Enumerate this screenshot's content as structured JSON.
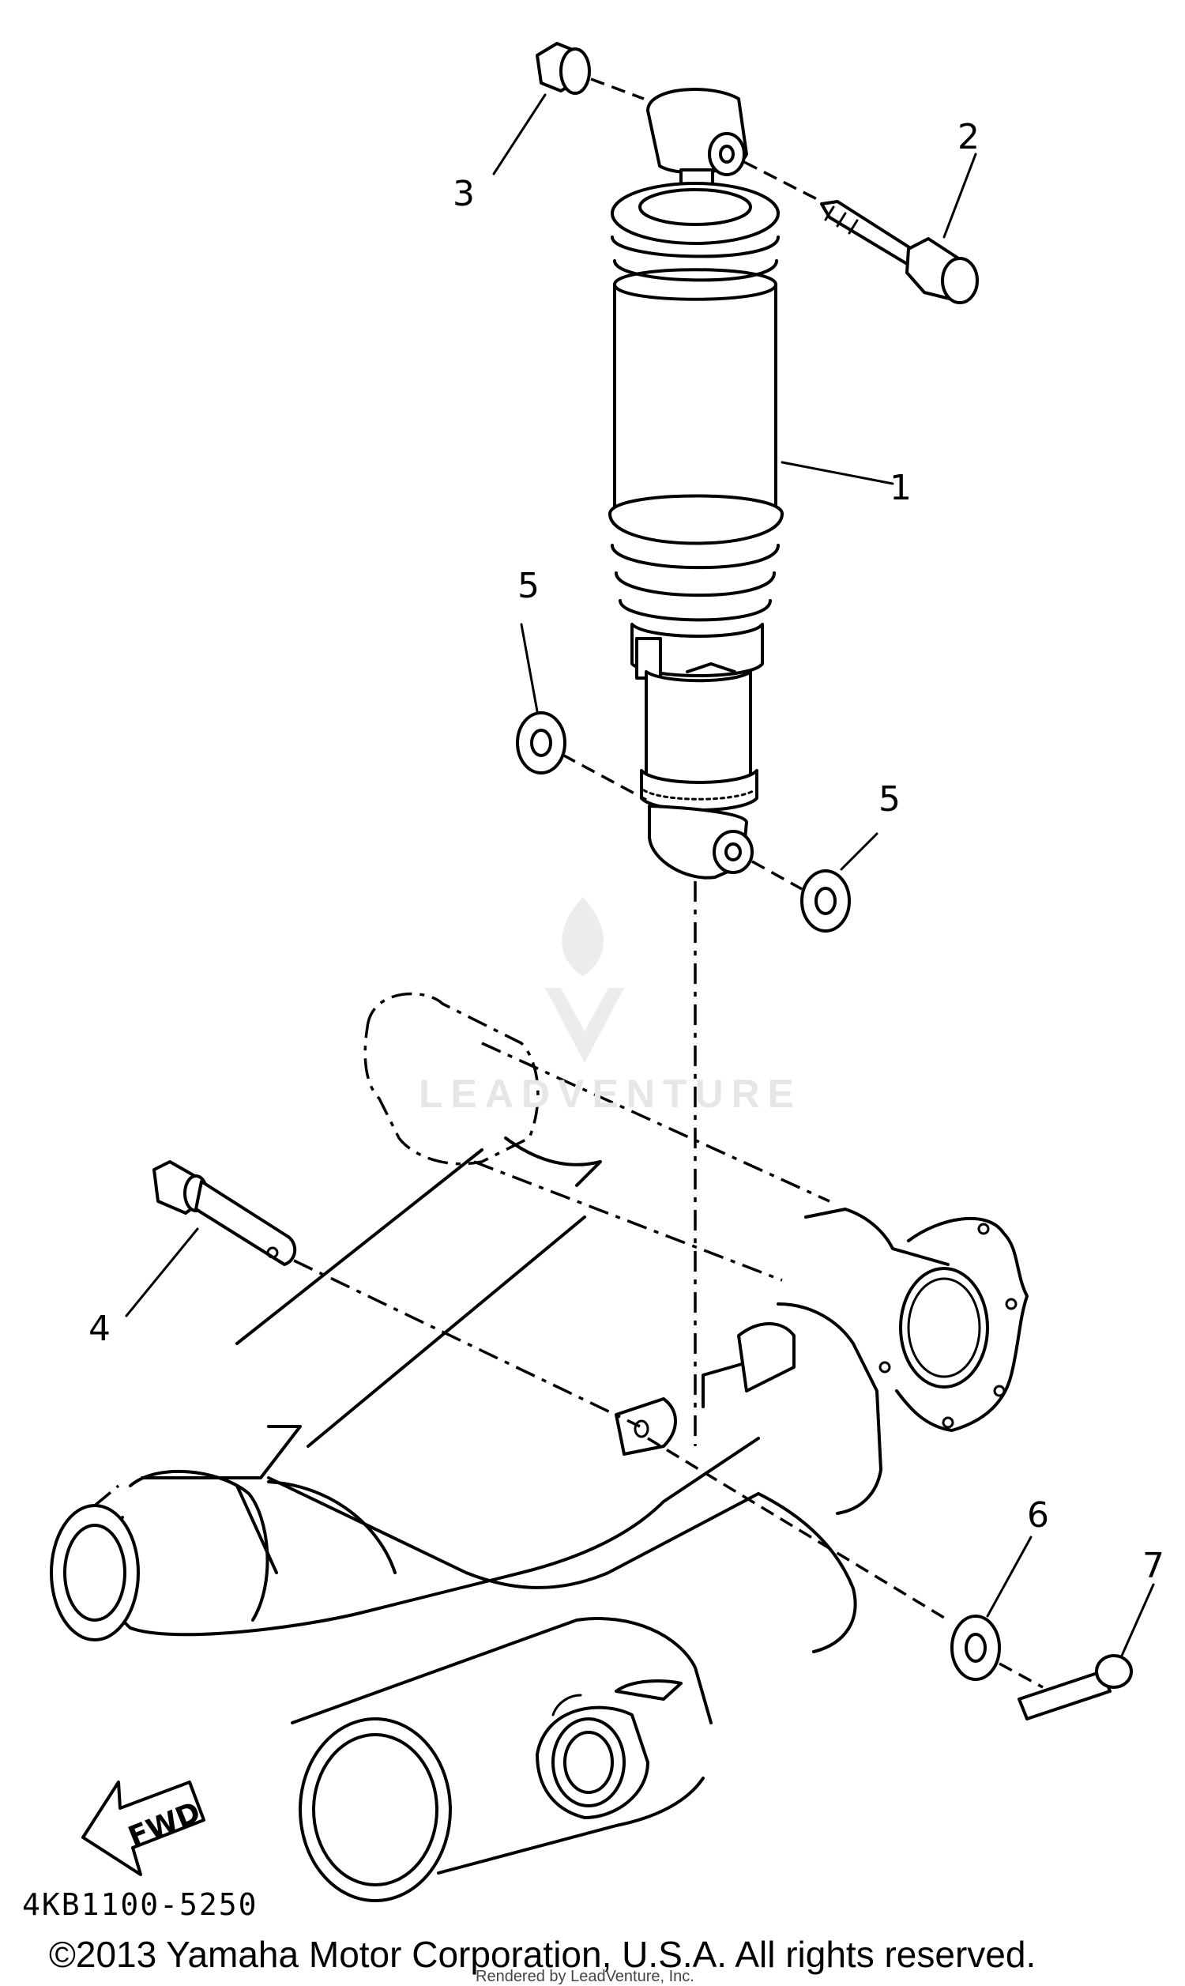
{
  "callouts": {
    "c1": "1",
    "c2": "2",
    "c3": "3",
    "c4": "4",
    "c5a": "5",
    "c5b": "5",
    "c6": "6",
    "c7": "7"
  },
  "fwd_label": "FWD",
  "diagram_code": "4KB1100-5250",
  "copyright": "©2013 Yamaha Motor Corporation, U.S.A. All rights reserved.",
  "rendered_by": "Rendered by LeadVenture, Inc.",
  "watermark": "LEADVENTURE"
}
